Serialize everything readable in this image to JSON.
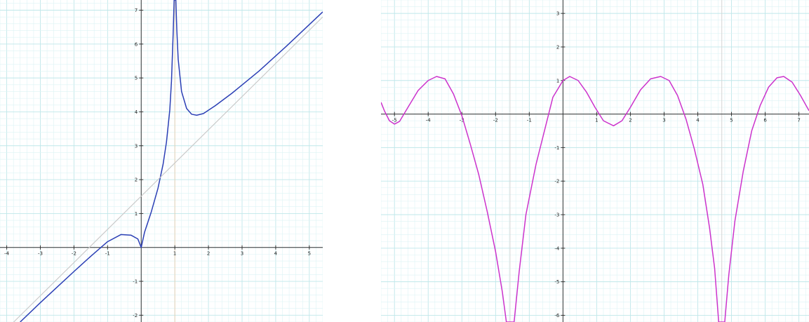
{
  "chart_data": [
    {
      "type": "line",
      "title": "",
      "xlabel": "",
      "ylabel": "",
      "xlim": [
        -4.2,
        5.4
      ],
      "ylim": [
        -2.2,
        7.3
      ],
      "grid": true,
      "x_ticks": [
        -4,
        -3,
        -2,
        -1,
        1,
        2,
        3,
        4,
        5
      ],
      "y_ticks": [
        -2,
        -1,
        1,
        2,
        3,
        4,
        5,
        6,
        7
      ],
      "x_tick_labels": [
        "-4",
        "-3",
        "-2",
        "-1",
        "1",
        "2",
        "3",
        "4",
        "5"
      ],
      "y_tick_labels": [
        "-2",
        "-1",
        "1",
        "2",
        "3",
        "4",
        "5",
        "6",
        "7"
      ],
      "vertical_asymptote_x": 1,
      "series": [
        {
          "color": "#2b3fb5",
          "points": [
            [
              -3.6,
              -2.2
            ],
            [
              -3.0,
              -1.63
            ],
            [
              -2.5,
              -1.17
            ],
            [
              -2.0,
              -0.71
            ],
            [
              -1.5,
              -0.26
            ],
            [
              -1.0,
              0.17
            ],
            [
              -0.6,
              0.38
            ],
            [
              -0.3,
              0.36
            ],
            [
              -0.1,
              0.25
            ],
            [
              0.0,
              0.0
            ],
            [
              0.1,
              0.45
            ],
            [
              0.3,
              1.05
            ],
            [
              0.5,
              1.75
            ],
            [
              0.65,
              2.45
            ],
            [
              0.75,
              3.1
            ],
            [
              0.85,
              4.05
            ],
            [
              0.9,
              4.9
            ],
            [
              0.95,
              6.3
            ],
            [
              0.98,
              7.3
            ],
            [
              1.03,
              7.3
            ],
            [
              1.06,
              6.4
            ],
            [
              1.1,
              5.55
            ],
            [
              1.2,
              4.6
            ],
            [
              1.35,
              4.1
            ],
            [
              1.5,
              3.93
            ],
            [
              1.65,
              3.9
            ],
            [
              1.85,
              3.95
            ],
            [
              2.2,
              4.18
            ],
            [
              2.7,
              4.55
            ],
            [
              3.5,
              5.2
            ],
            [
              4.3,
              5.92
            ],
            [
              5.4,
              6.95
            ]
          ]
        },
        {
          "color": "#c8c8c8",
          "points": [
            [
              -4.2,
              -2.6
            ],
            [
              5.4,
              6.8
            ]
          ]
        }
      ]
    },
    {
      "type": "line",
      "title": "",
      "xlabel": "",
      "ylabel": "",
      "xlim": [
        -5.4,
        7.3
      ],
      "ylim": [
        -6.2,
        3.4
      ],
      "grid": true,
      "x_ticks": [
        -5,
        -4,
        -3,
        -2,
        -1,
        1,
        2,
        3,
        4,
        5,
        6,
        7
      ],
      "y_ticks": [
        -6,
        -5,
        -4,
        -3,
        -2,
        -1,
        1,
        2,
        3
      ],
      "x_tick_labels": [
        "-5",
        "-4",
        "-3",
        "-2",
        "-1",
        "1",
        "2",
        "3",
        "4",
        "5",
        "6",
        "7"
      ],
      "y_tick_labels": [
        "-6",
        "-5",
        "-4",
        "-3",
        "-2",
        "-1",
        "1",
        "2",
        "3"
      ],
      "vertical_lines_x": [
        -1.5708,
        4.7124
      ],
      "series": [
        {
          "color": "#cc33cc",
          "points": [
            [
              -5.4,
              0.35
            ],
            [
              -5.3,
              0.1
            ],
            [
              -5.15,
              -0.2
            ],
            [
              -5.0,
              -0.3
            ],
            [
              -4.85,
              -0.22
            ],
            [
              -4.6,
              0.2
            ],
            [
              -4.3,
              0.7
            ],
            [
              -4.0,
              1.0
            ],
            [
              -3.75,
              1.12
            ],
            [
              -3.5,
              1.05
            ],
            [
              -3.25,
              0.6
            ],
            [
              -3.0,
              -0.05
            ],
            [
              -2.75,
              -0.9
            ],
            [
              -2.5,
              -1.8
            ],
            [
              -2.25,
              -2.9
            ],
            [
              -2.0,
              -4.1
            ],
            [
              -1.8,
              -5.3
            ],
            [
              -1.68,
              -6.2
            ],
            [
              -1.45,
              -6.2
            ],
            [
              -1.3,
              -4.7
            ],
            [
              -1.1,
              -3.0
            ],
            [
              -0.8,
              -1.5
            ],
            [
              -0.5,
              -0.3
            ],
            [
              -0.3,
              0.5
            ],
            [
              0.0,
              1.0
            ],
            [
              0.2,
              1.12
            ],
            [
              0.45,
              1.0
            ],
            [
              0.7,
              0.65
            ],
            [
              0.95,
              0.2
            ],
            [
              1.2,
              -0.2
            ],
            [
              1.5,
              -0.35
            ],
            [
              1.75,
              -0.2
            ],
            [
              2.0,
              0.2
            ],
            [
              2.3,
              0.72
            ],
            [
              2.6,
              1.05
            ],
            [
              2.9,
              1.12
            ],
            [
              3.15,
              1.0
            ],
            [
              3.4,
              0.55
            ],
            [
              3.65,
              -0.15
            ],
            [
              3.9,
              -1.05
            ],
            [
              4.15,
              -2.1
            ],
            [
              4.35,
              -3.4
            ],
            [
              4.5,
              -4.6
            ],
            [
              4.62,
              -6.2
            ],
            [
              4.8,
              -6.2
            ],
            [
              4.92,
              -4.8
            ],
            [
              5.1,
              -3.2
            ],
            [
              5.35,
              -1.7
            ],
            [
              5.6,
              -0.5
            ],
            [
              5.85,
              0.25
            ],
            [
              6.1,
              0.8
            ],
            [
              6.35,
              1.08
            ],
            [
              6.55,
              1.12
            ],
            [
              6.8,
              0.95
            ],
            [
              7.05,
              0.55
            ],
            [
              7.3,
              0.1
            ]
          ]
        }
      ]
    }
  ]
}
